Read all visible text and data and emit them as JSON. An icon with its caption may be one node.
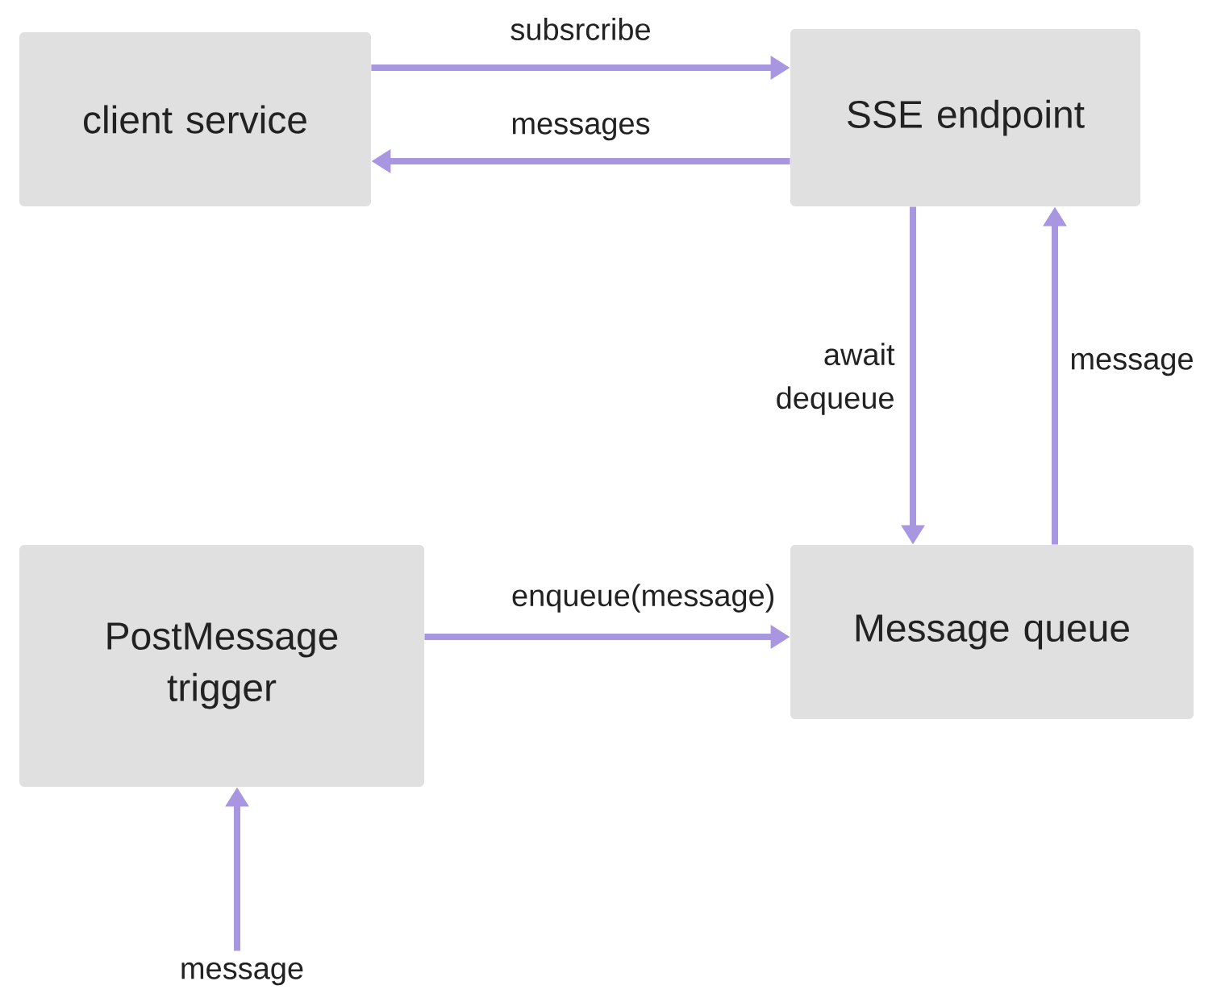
{
  "diagram": {
    "nodes": [
      {
        "text": [
          "client service"
        ]
      },
      {
        "text": [
          "SSE endpoint"
        ]
      },
      {
        "text": [
          "PostMessage trigger"
        ]
      },
      {
        "text": [
          "Message queue"
        ]
      },
      {
        "text": [
          "message"
        ]
      }
    ],
    "edges": [
      {
        "from": 0,
        "to": 1,
        "arrow": "to",
        "label": "subsrcribe"
      },
      {
        "from": 1,
        "to": 0,
        "arrow": "to",
        "label": "messages"
      },
      {
        "from": 1,
        "to": 3,
        "arrow": "to",
        "label": "await dequeue"
      },
      {
        "from": 3,
        "to": 1,
        "arrow": "to",
        "label": "message"
      },
      {
        "from": 2,
        "to": 3,
        "arrow": "to",
        "label": "enqueue(message)"
      },
      {
        "from": 4,
        "to": 2,
        "arrow": "to"
      }
    ]
  }
}
